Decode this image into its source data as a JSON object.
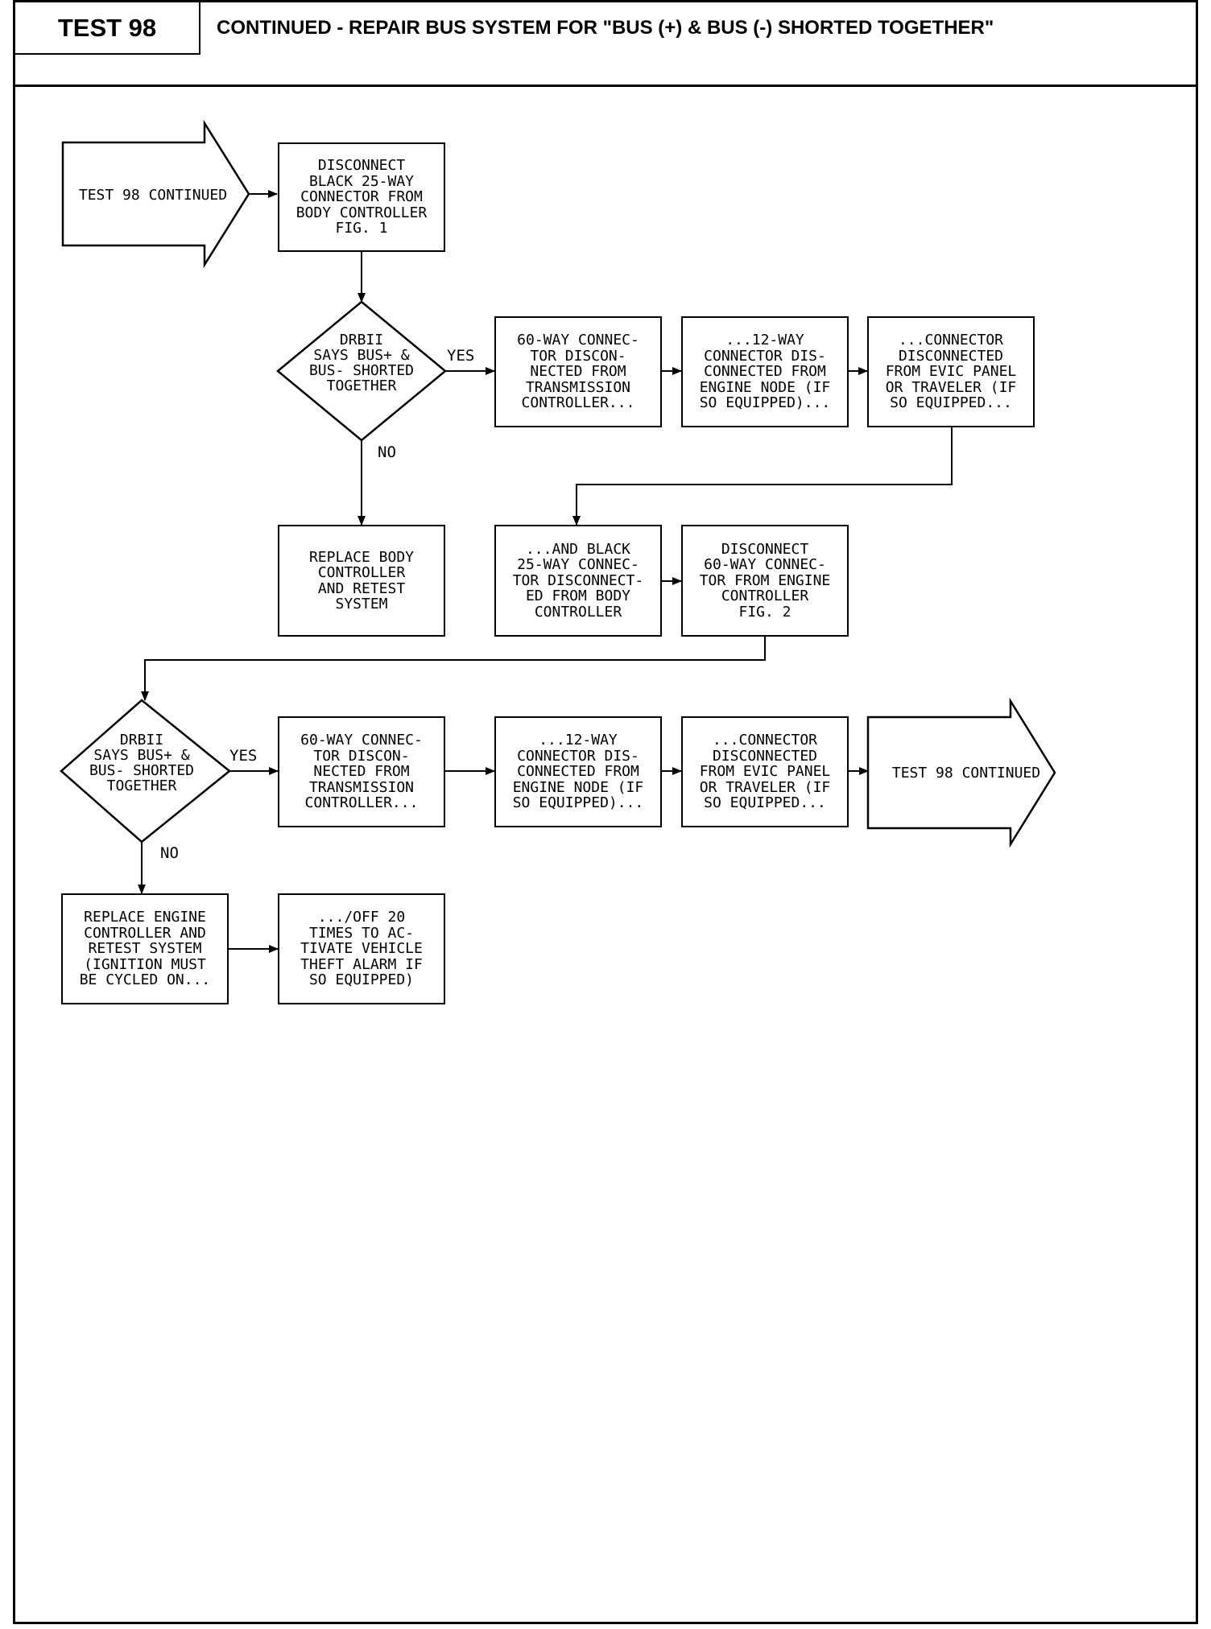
{
  "header": {
    "test_label": "TEST 98",
    "title": "CONTINUED - REPAIR BUS SYSTEM FOR \"BUS (+) & BUS (-) SHORTED TOGETHER\""
  },
  "flow": {
    "start_arrow": "TEST 98 CONTINUED",
    "step_disconnect_black_25": [
      "DISCONNECT",
      "BLACK 25-WAY",
      "CONNECTOR FROM",
      "BODY CONTROLLER",
      "FIG. 1"
    ],
    "decision_1": [
      "DRBII",
      "SAYS BUS+ &",
      "BUS- SHORTED",
      "TOGETHER"
    ],
    "decision_1_yes": "YES",
    "decision_1_no": "NO",
    "row1_box1": [
      "60-WAY CONNEC-",
      "TOR DISCON-",
      "NECTED FROM",
      "TRANSMISSION",
      "CONTROLLER..."
    ],
    "row1_box2": [
      "...12-WAY",
      "CONNECTOR DIS-",
      "CONNECTED FROM",
      "ENGINE NODE (IF",
      "SO EQUIPPED)..."
    ],
    "row1_box3": [
      "...CONNECTOR",
      "DISCONNECTED",
      "FROM EVIC PANEL",
      "OR TRAVELER (IF",
      "SO EQUIPPED..."
    ],
    "replace_body": [
      "REPLACE BODY",
      "CONTROLLER",
      "AND RETEST",
      "SYSTEM"
    ],
    "row2_box1": [
      "...AND BLACK",
      "25-WAY CONNEC-",
      "TOR DISCONNECT-",
      "ED FROM BODY",
      "CONTROLLER"
    ],
    "row2_box2": [
      "DISCONNECT",
      "60-WAY CONNEC-",
      "TOR FROM ENGINE",
      "CONTROLLER",
      "FIG. 2"
    ],
    "decision_2": [
      "DRBII",
      "SAYS BUS+ &",
      "BUS- SHORTED",
      "TOGETHER"
    ],
    "decision_2_yes": "YES",
    "decision_2_no": "NO",
    "row3_box1": [
      "60-WAY CONNEC-",
      "TOR DISCON-",
      "NECTED FROM",
      "TRANSMISSION",
      "CONTROLLER..."
    ],
    "row3_box2": [
      "...12-WAY",
      "CONNECTOR DIS-",
      "CONNECTED FROM",
      "ENGINE NODE (IF",
      "SO EQUIPPED)..."
    ],
    "row3_box3": [
      "...CONNECTOR",
      "DISCONNECTED",
      "FROM EVIC PANEL",
      "OR TRAVELER (IF",
      "SO EQUIPPED..."
    ],
    "end_arrow": "TEST 98 CONTINUED",
    "replace_engine": [
      "REPLACE ENGINE",
      "CONTROLLER AND",
      "RETEST SYSTEM",
      "(IGNITION MUST",
      "BE CYCLED ON..."
    ],
    "cycle_off": [
      ".../OFF 20",
      "TIMES TO AC-",
      "TIVATE VEHICLE",
      "THEFT ALARM IF",
      "SO EQUIPPED)"
    ]
  }
}
